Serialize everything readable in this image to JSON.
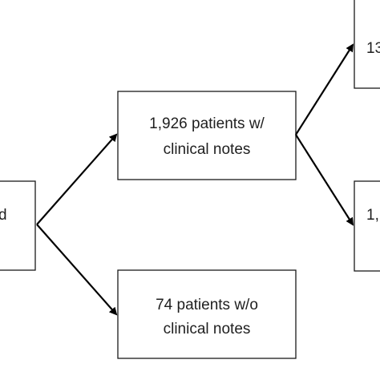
{
  "nodes": {
    "left": {
      "text": "d"
    },
    "middle_top": {
      "line1": "1,926 patients w/",
      "line2": "clinical notes"
    },
    "middle_bottom": {
      "line1": "74 patients w/o",
      "line2": "clinical notes"
    },
    "right_top": {
      "text": "13"
    },
    "right_bottom": {
      "text": "1,"
    }
  }
}
